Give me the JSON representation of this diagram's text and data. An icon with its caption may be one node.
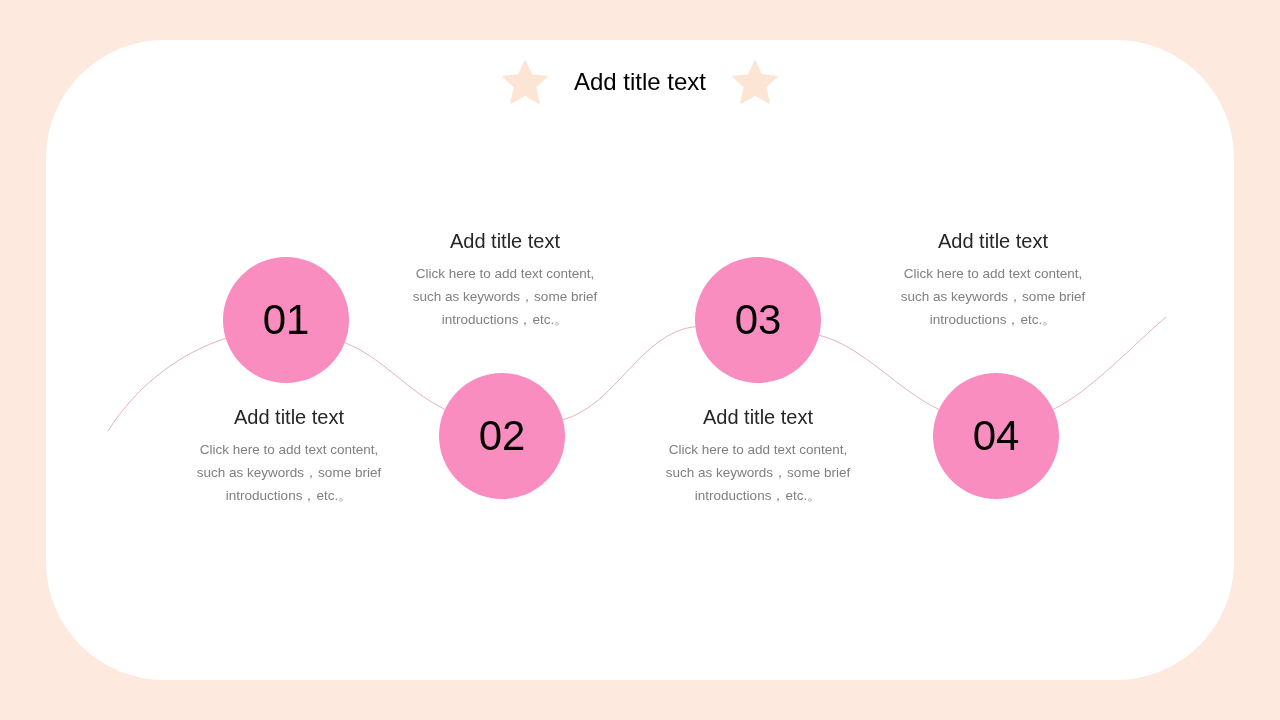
{
  "diagram": {
    "title": "Add title text",
    "nodes": [
      {
        "text": [
          "01"
        ],
        "beside": [
          "Add title text",
          "Click here to add text content, such as keywords，some brief introductions，etc.。"
        ]
      },
      {
        "text": [
          "02"
        ],
        "beside": [
          "Add title text",
          "Click here to add text content, such as keywords，some brief introductions，etc.。"
        ]
      },
      {
        "text": [
          "03"
        ],
        "beside": [
          "Add title text",
          "Click here to add text content, such as keywords，some brief introductions，etc.。"
        ]
      },
      {
        "text": [
          "04"
        ],
        "beside": [
          "Add title text",
          "Click here to add text content, such as keywords，some brief introductions，etc.。"
        ]
      }
    ],
    "edges": [
      {
        "from": null,
        "to": 0,
        "arrow": "none"
      },
      {
        "from": 0,
        "to": 1,
        "arrow": "none"
      },
      {
        "from": 1,
        "to": 2,
        "arrow": "none"
      },
      {
        "from": 2,
        "to": 3,
        "arrow": "none"
      },
      {
        "from": 3,
        "to": null,
        "arrow": "none"
      }
    ]
  }
}
